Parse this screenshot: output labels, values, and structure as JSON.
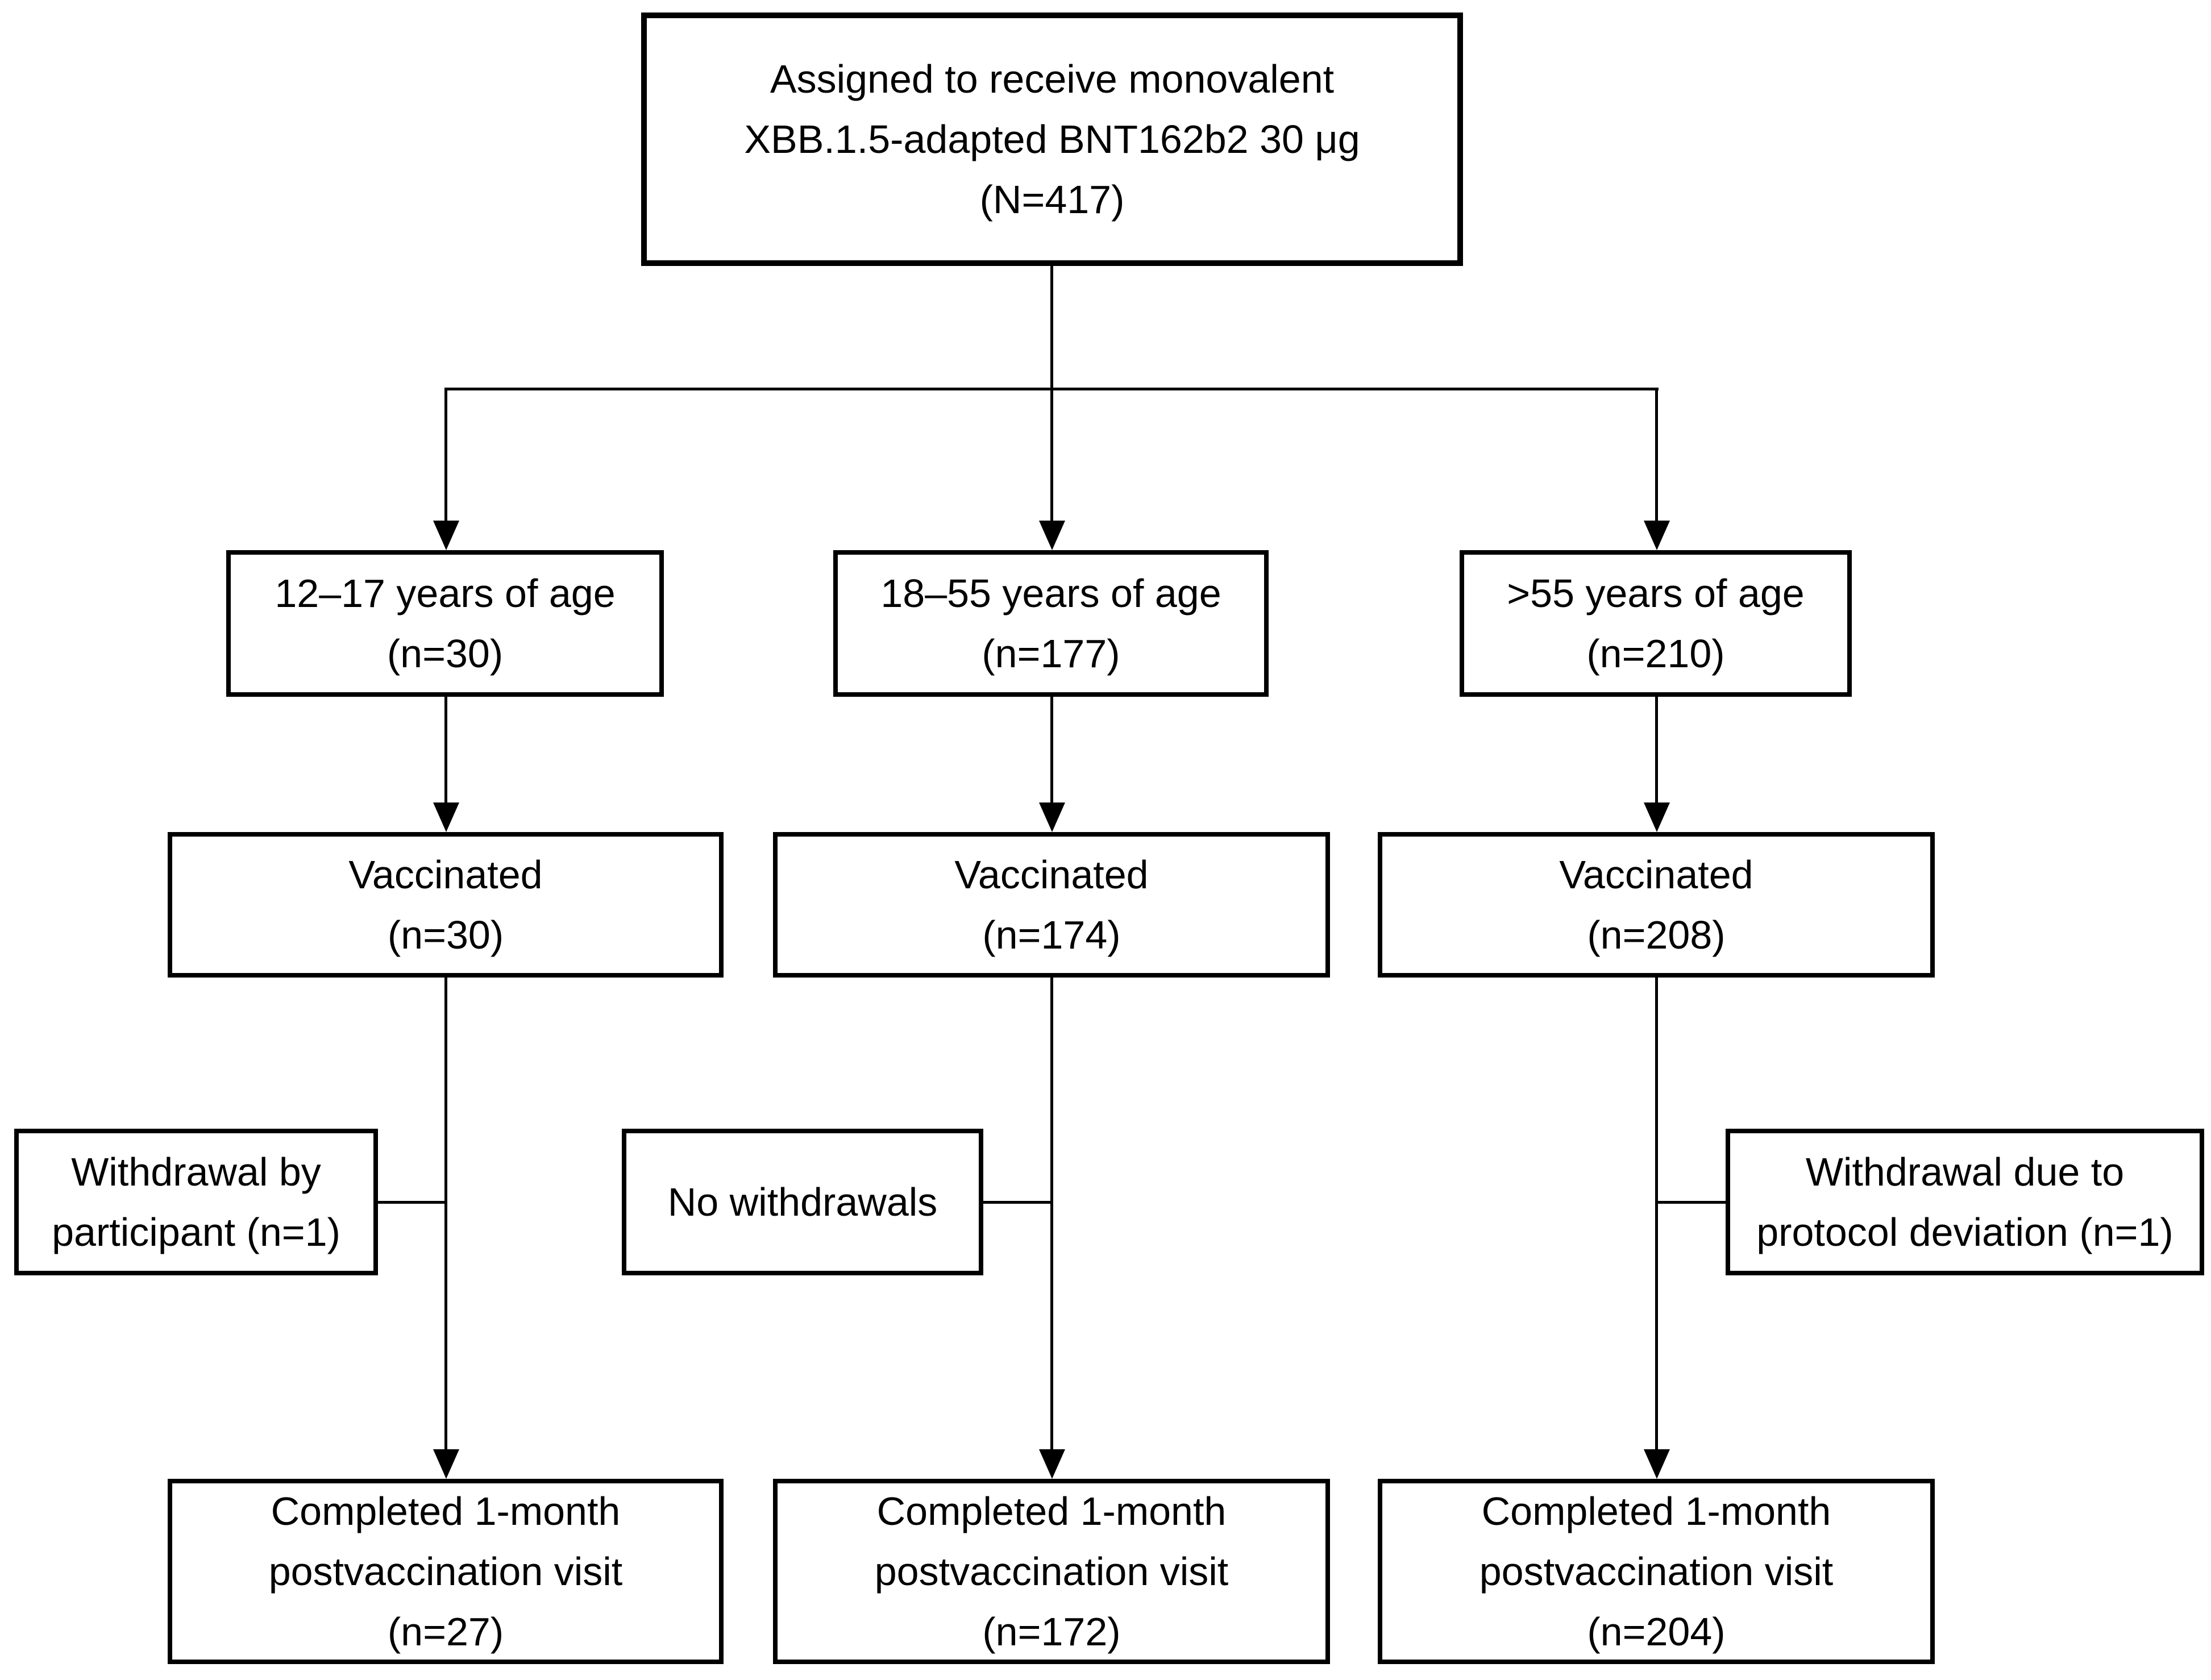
{
  "figure": {
    "type": "participant-flow-diagram",
    "background_color": "#ffffff",
    "line_color": "#000000",
    "text_color": "#000000"
  },
  "boxes": {
    "assigned": {
      "line1": "Assigned to receive monovalent",
      "line2": "XBB.1.5-adapted BNT162b2 30 μg",
      "line3": "(N=417)"
    },
    "age_12_17": {
      "line1": "12–17 years of age",
      "line2": "(n=30)"
    },
    "age_18_55": {
      "line1": "18–55 years of age",
      "line2": "(n=177)"
    },
    "age_over55": {
      "line1": ">55 years of age",
      "line2": "(n=210)"
    },
    "vaccinated_12_17": {
      "line1": "Vaccinated",
      "line2": "(n=30)"
    },
    "vaccinated_18_55": {
      "line1": "Vaccinated",
      "line2": "(n=174)"
    },
    "vaccinated_over55": {
      "line1": "Vaccinated",
      "line2": "(n=208)"
    },
    "withdrawal_12_17": {
      "line1": "Withdrawal by",
      "line2": "participant (n=1)"
    },
    "withdrawal_18_55": {
      "line1": "No withdrawals"
    },
    "withdrawal_over55": {
      "line1": "Withdrawal due to",
      "line2": "protocol deviation (n=1)"
    },
    "completed_12_17": {
      "line1": "Completed 1-month",
      "line2": "postvaccination visit",
      "line3": "(n=27)"
    },
    "completed_18_55": {
      "line1": "Completed 1-month",
      "line2": "postvaccination visit",
      "line3": "(n=172)"
    },
    "completed_over55": {
      "line1": "Completed 1-month",
      "line2": "postvaccination visit",
      "line3": "(n=204)"
    }
  }
}
